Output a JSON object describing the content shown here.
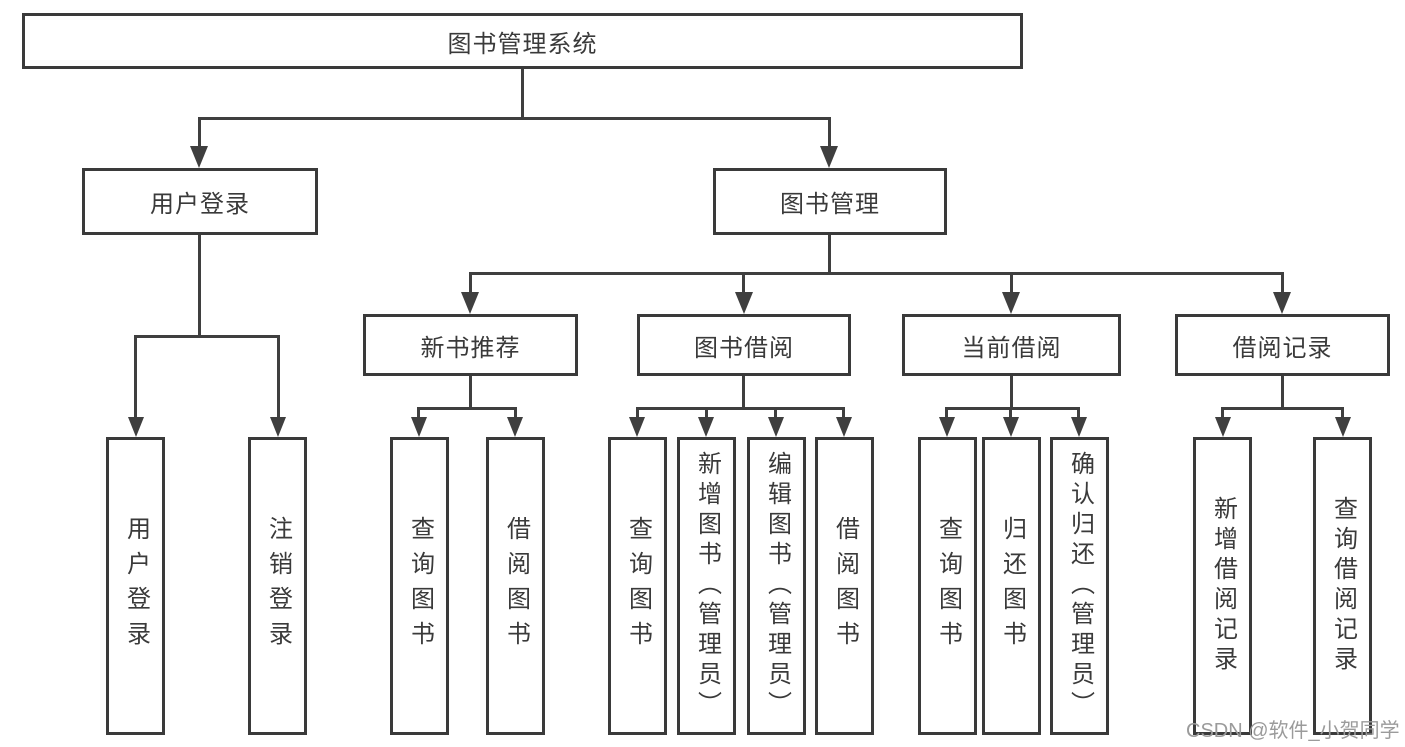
{
  "diagram": {
    "root": {
      "label": "图书管理系统"
    },
    "branches": [
      {
        "label": "用户登录",
        "children": [
          {
            "label": "用户登录"
          },
          {
            "label": "注销登录"
          }
        ]
      },
      {
        "label": "图书管理",
        "groups": [
          {
            "label": "新书推荐",
            "children": [
              {
                "label": "查询图书"
              },
              {
                "label": "借阅图书"
              }
            ]
          },
          {
            "label": "图书借阅",
            "children": [
              {
                "label": "查询图书"
              },
              {
                "label": "新增图书（管理员）"
              },
              {
                "label": "编辑图书（管理员）"
              },
              {
                "label": "借阅图书"
              }
            ]
          },
          {
            "label": "当前借阅",
            "children": [
              {
                "label": "查询图书"
              },
              {
                "label": "归还图书"
              },
              {
                "label": "确认归还（管理员）"
              }
            ]
          },
          {
            "label": "借阅记录",
            "children": [
              {
                "label": "新增借阅记录"
              },
              {
                "label": "查询借阅记录"
              }
            ]
          }
        ]
      }
    ],
    "watermark": "CSDN @软件_小贺同学",
    "colors": {
      "line": "#3f3f3f",
      "text": "#3a3a3a",
      "box_background": "#ffffff",
      "watermark": "#9b9b9b"
    }
  }
}
